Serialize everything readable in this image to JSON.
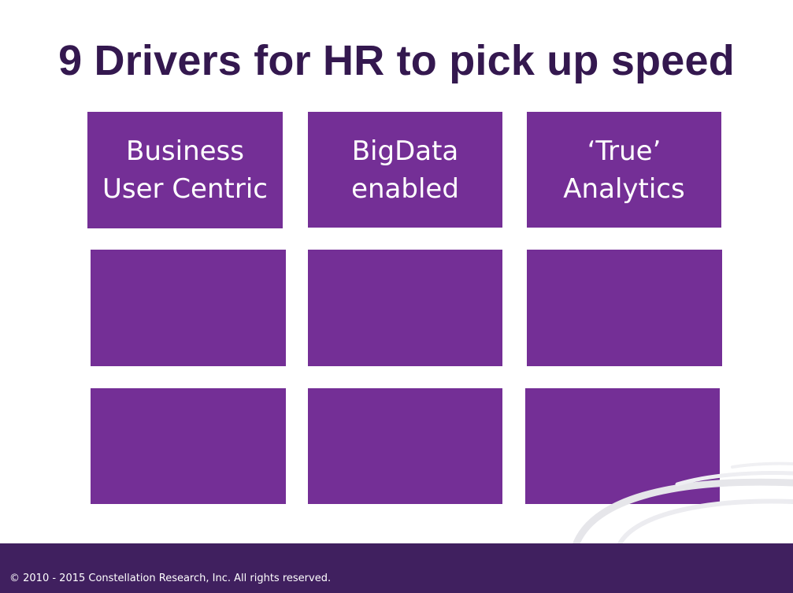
{
  "slide": {
    "title": "9 Drivers for HR to pick up speed",
    "tiles": [
      {
        "label": "Business\nUser Centric"
      },
      {
        "label": "BigData\nenabled"
      },
      {
        "label": "‘True’\nAnalytics"
      },
      {
        "label": ""
      },
      {
        "label": ""
      },
      {
        "label": ""
      },
      {
        "label": ""
      },
      {
        "label": ""
      },
      {
        "label": ""
      }
    ],
    "footer": "© 2010 - 2015 Constellation Research, Inc.  All rights reserved."
  },
  "colors": {
    "title": "#34184f",
    "tile": "#742f96",
    "footer_band": "#40205f",
    "swoosh": "#e6e6ea"
  }
}
